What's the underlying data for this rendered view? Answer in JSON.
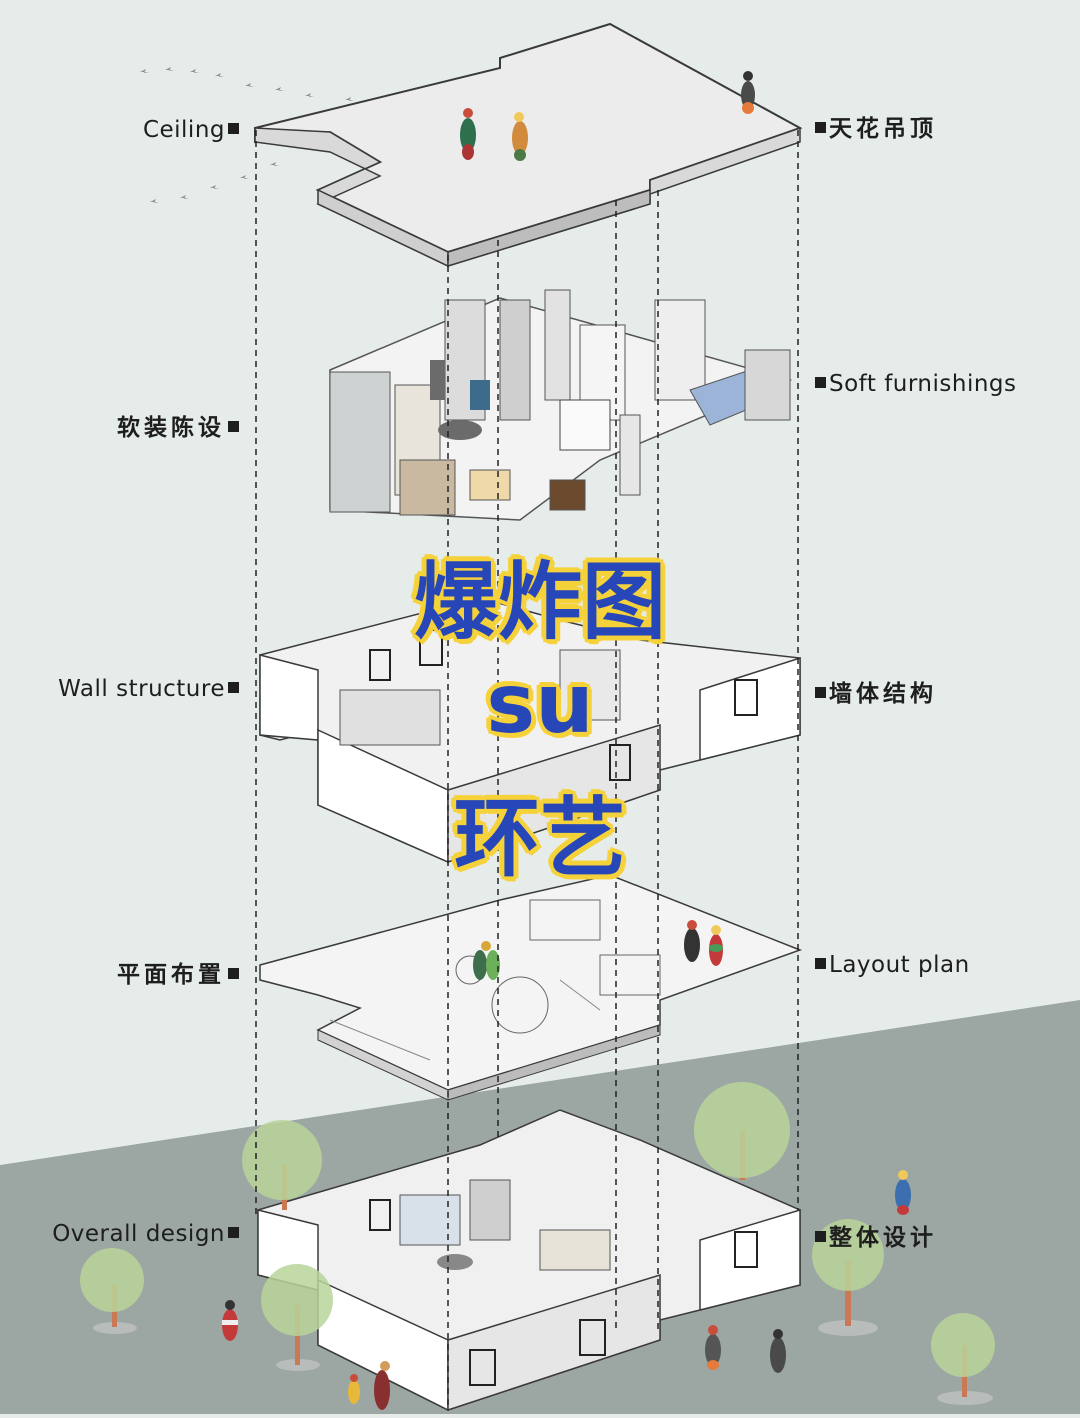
{
  "layers": [
    {
      "en": "Ceiling",
      "cn": "天花吊顶"
    },
    {
      "en": "Soft furnishings",
      "cn": "软装陈设"
    },
    {
      "en": "Wall structure",
      "cn": "墙体结构"
    },
    {
      "en": "Layout plan",
      "cn": "平面布置"
    },
    {
      "en": "Overall design",
      "cn": "整体设计"
    }
  ],
  "overlay": {
    "line1": "爆炸图",
    "line2": "su",
    "line3": "环艺"
  },
  "colors": {
    "background": "#e6ecea",
    "ground": "#9ca6a3",
    "overlay_text": "#2747b8",
    "overlay_outline": "#f5d23a",
    "tree_foliage": "#b9d39a",
    "tree_trunk": "#c97a55"
  }
}
